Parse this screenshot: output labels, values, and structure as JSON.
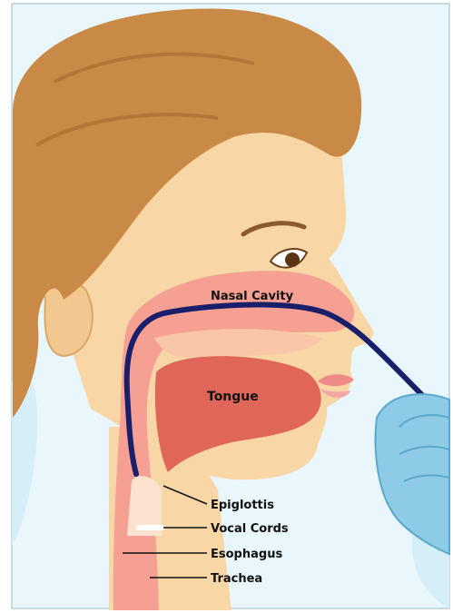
{
  "figure": {
    "type": "anatomy-illustration",
    "labels": {
      "nasal_cavity": "Nasal Cavity",
      "tongue": "Tongue",
      "epiglottis": "Epiglottis",
      "vocal_cords": "Vocal Cords",
      "esophagus": "Esophagus",
      "trachea": "Trachea"
    },
    "colors": {
      "background": "#e8f6fb",
      "skin": "#f9d6a6",
      "hair": "#c98a47",
      "cavity": "#f5a092",
      "tongue": "#e0665a",
      "tube": "#1a1f6b",
      "glove": "#8ecbe6"
    }
  }
}
